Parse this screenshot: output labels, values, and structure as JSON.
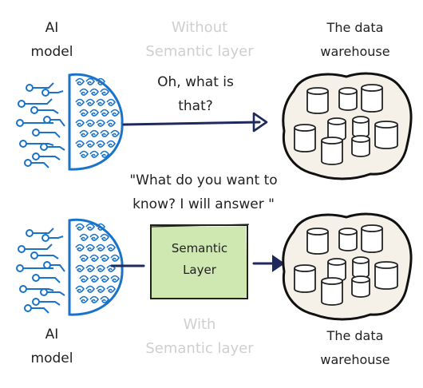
{
  "top_scenario": {
    "ai_label": "AI\nmodel",
    "approach_label": "Without\nSemantic layer",
    "query_text": "Oh, what is\nthat?",
    "warehouse_label": "The data\nwarehouse"
  },
  "bottom_scenario": {
    "answer_text": "\"What do you want to\nknow? I will answer \"",
    "semantic_layer_label": "Semantic\nLayer",
    "ai_label": "AI\nmodel",
    "approach_label": "With\nSemantic layer",
    "warehouse_label": "The data\nwarehouse"
  },
  "colors": {
    "brain": "#1a73c9",
    "arrow": "#1f2a5c",
    "semantic_fill": "#cfe7b1",
    "warehouse_fill": "#f5f1e8",
    "faint_text": "#cfcfcf"
  }
}
